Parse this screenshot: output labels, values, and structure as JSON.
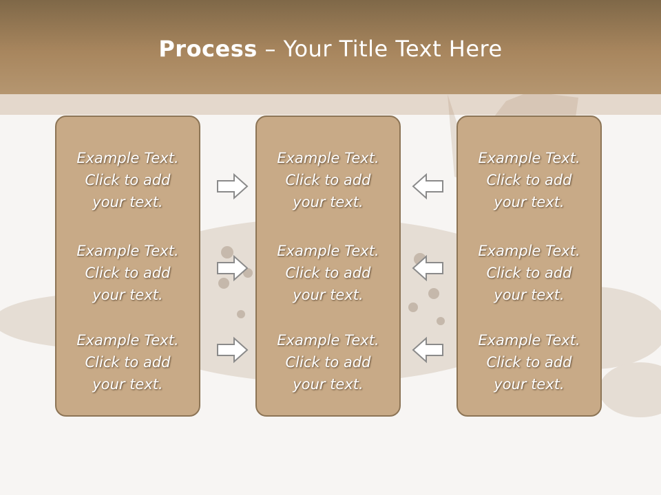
{
  "slide": {
    "title_bold": "Process",
    "title_rest": " – Your Title Text Here"
  },
  "columns": [
    {
      "items": [
        {
          "line1": "Example Text.",
          "line2": "Click  to add",
          "line3": "your text."
        },
        {
          "line1": "Example Text.",
          "line2": "Click  to add",
          "line3": "your text."
        },
        {
          "line1": "Example Text.",
          "line2": "Click  to add",
          "line3": "your text."
        }
      ]
    },
    {
      "items": [
        {
          "line1": "Example Text.",
          "line2": "Click  to add",
          "line3": "your text."
        },
        {
          "line1": "Example Text.",
          "line2": "Click  to add",
          "line3": "your text."
        },
        {
          "line1": "Example Text.",
          "line2": "Click  to add",
          "line3": "your text."
        }
      ]
    },
    {
      "items": [
        {
          "line1": "Example Text.",
          "line2": "Click  to add",
          "line3": "your text."
        },
        {
          "line1": "Example Text.",
          "line2": "Click  to add",
          "line3": "your text."
        },
        {
          "line1": "Example Text.",
          "line2": "Click  to add",
          "line3": "your text."
        }
      ]
    }
  ],
  "arrows": {
    "left_group": "right-arrow-icon",
    "right_group": "left-arrow-icon"
  },
  "colors": {
    "header": "#a8865e",
    "box_fill": "#c8aa87",
    "box_border": "#8c7455"
  }
}
